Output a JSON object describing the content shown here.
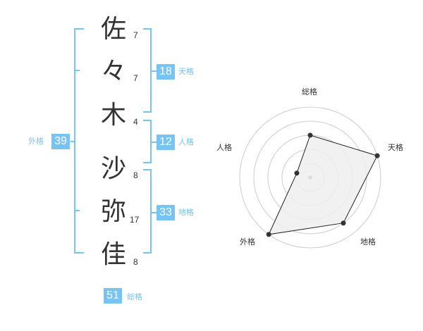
{
  "name": {
    "chars": [
      {
        "char": "佐",
        "strokes": "7"
      },
      {
        "char": "々",
        "strokes": "7"
      },
      {
        "char": "木",
        "strokes": "4"
      },
      {
        "char": "沙",
        "strokes": "8"
      },
      {
        "char": "弥",
        "strokes": "17"
      },
      {
        "char": "佳",
        "strokes": "8"
      }
    ]
  },
  "kaku": {
    "tenkaku": {
      "value": "18",
      "label": "天格"
    },
    "jinkaku": {
      "value": "12",
      "label": "人格"
    },
    "chikaku": {
      "value": "33",
      "label": "地格"
    },
    "gaikaku": {
      "value": "39",
      "label": "外格"
    },
    "soukaku": {
      "value": "51",
      "label": "総格"
    }
  },
  "colors": {
    "accent": "#77c4f2",
    "text": "#333333",
    "radar_fill": "#eeeeee"
  },
  "chart_data": {
    "type": "radar",
    "axes": [
      "総格",
      "天格",
      "地格",
      "外格",
      "人格"
    ],
    "values": [
      3,
      5,
      4,
      5,
      1
    ],
    "max": 5,
    "rings": 5
  }
}
